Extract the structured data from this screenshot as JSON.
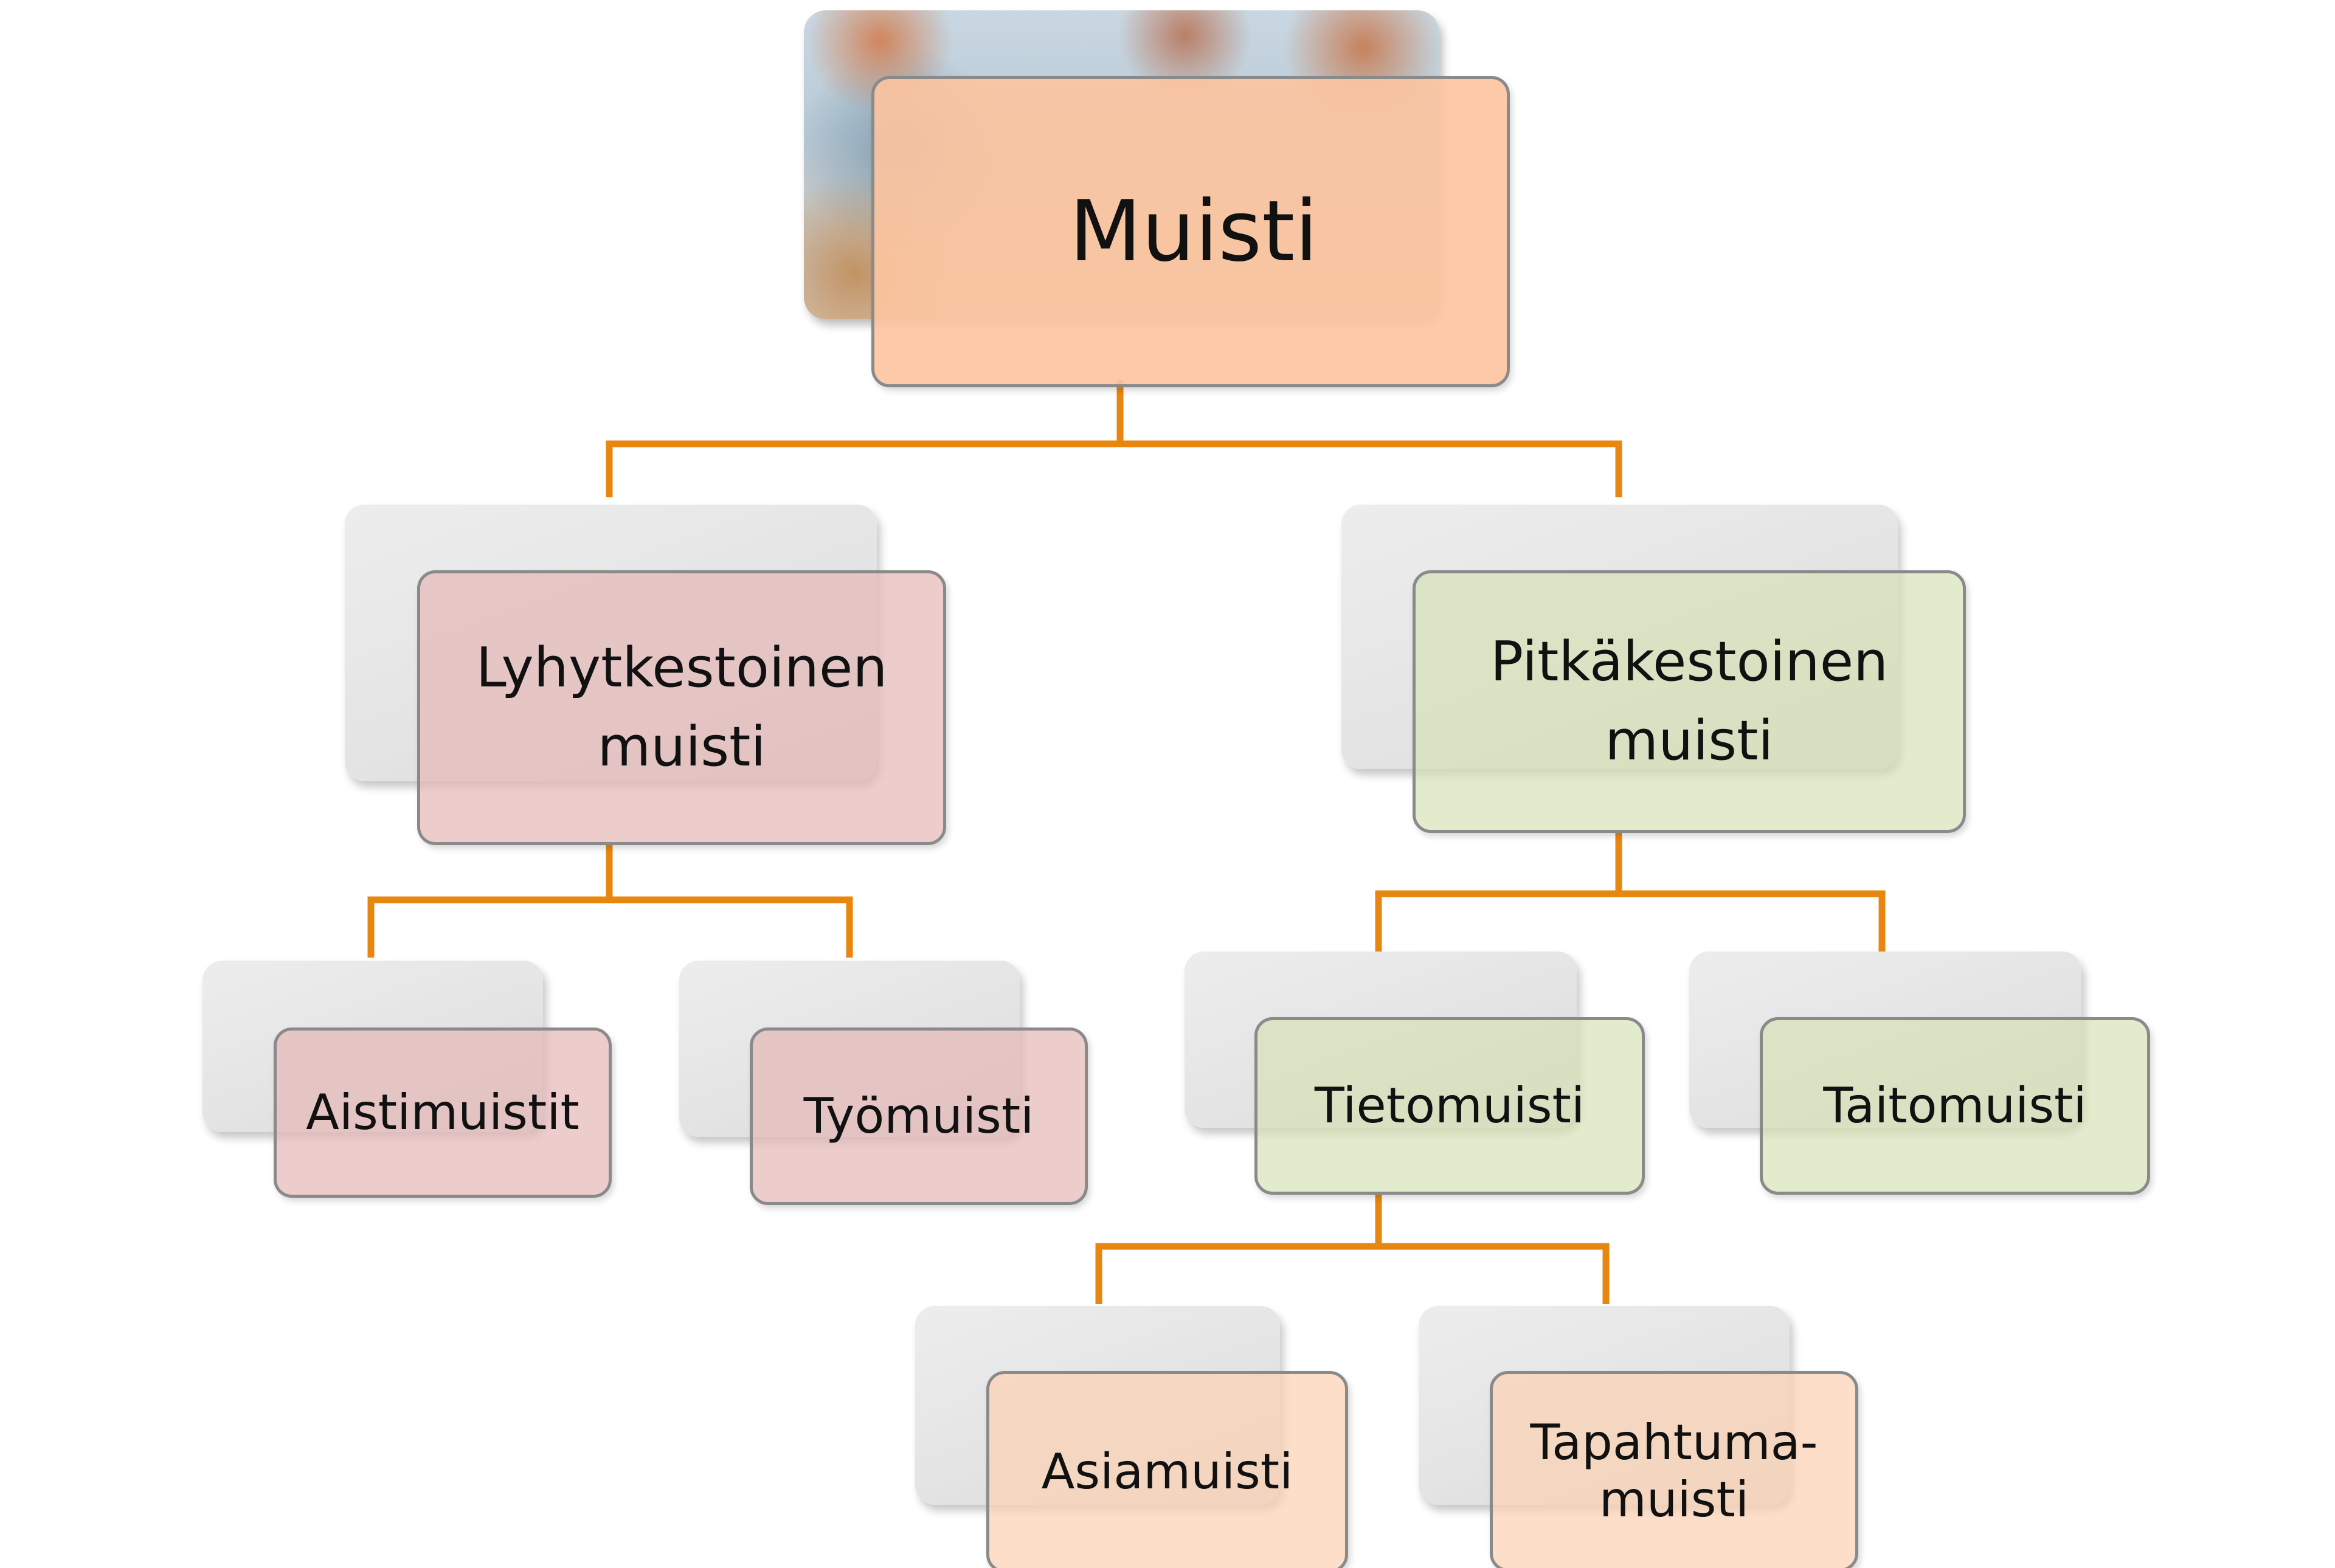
{
  "diagram": {
    "root": {
      "label": "Muisti"
    },
    "short_term": {
      "label_line1": "Lyhytkestoinen",
      "label_line2": "muisti"
    },
    "long_term": {
      "label_line1": "Pitkäkestoinen",
      "label_line2": "muisti"
    },
    "sensory": {
      "label": "Aistimuistit"
    },
    "working": {
      "label": "Työmuisti"
    },
    "declarative": {
      "label": "Tietomuisti"
    },
    "procedural": {
      "label": "Taitomuisti"
    },
    "semantic": {
      "label": "Asiamuisti"
    },
    "episodic": {
      "label_line1": "Tapahtuma-",
      "label_line2": "muisti"
    }
  },
  "colors": {
    "connector": "#E8870F",
    "root_fill": "#FCC49E",
    "short_term_fill": "#E6B9B9",
    "long_term_fill": "#D4E2B4",
    "leaf_fill": "#FCD2B4",
    "border": "#8A8A8A"
  }
}
